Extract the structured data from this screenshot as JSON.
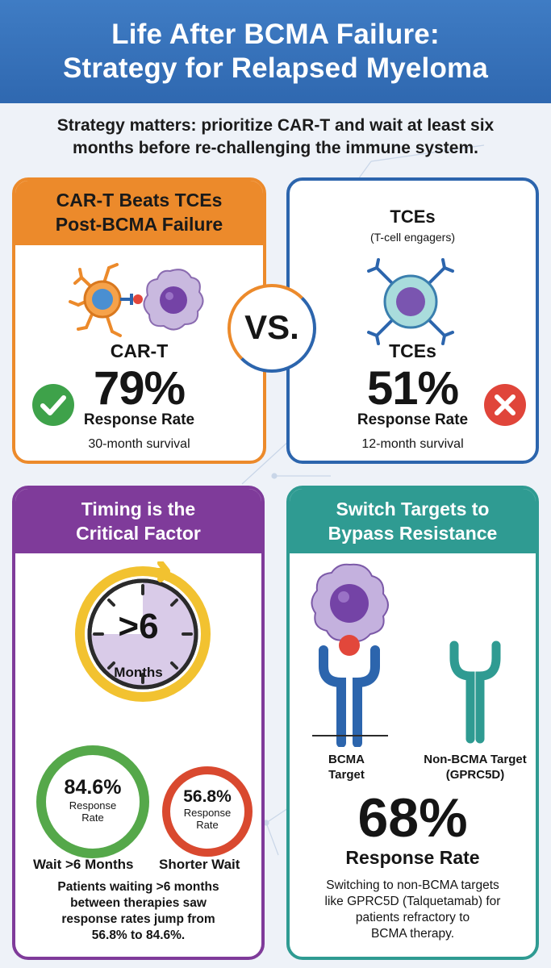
{
  "header": {
    "title_line1": "Life After BCMA Failure:",
    "title_line2": "Strategy for Relapsed Myeloma"
  },
  "subtitle": {
    "line1": "Strategy matters: prioritize CAR-T and wait at least six",
    "line2": "months before re-challenging the immune system."
  },
  "cart_panel": {
    "header_line1": "CAR-T Beats TCEs",
    "header_line2": "Post-BCMA Failure",
    "name": "CAR-T",
    "percent": "79%",
    "rate_label": "Response Rate",
    "survival": "30-month survival",
    "status_icon": "check-icon"
  },
  "vs_label": "VS.",
  "tce_panel": {
    "header": "TCEs",
    "header_sub": "(T-cell engagers)",
    "name": "TCEs",
    "percent": "51%",
    "rate_label": "Response Rate",
    "survival": "12-month survival",
    "status_icon": "cross-icon"
  },
  "timing_panel": {
    "header_line1": "Timing is the",
    "header_line2": "Critical Factor",
    "clock_value": ">6",
    "clock_unit": "Months",
    "wait_long": {
      "value": "84.6%",
      "label_line1": "Response",
      "label_line2": "Rate",
      "caption": "Wait >6 Months"
    },
    "wait_short": {
      "value": "56.8%",
      "label_line1": "Response",
      "label_line2": "Rate",
      "caption": "Shorter Wait"
    },
    "description_line1": "Patients waiting >6 months",
    "description_line2": "between therapies saw",
    "description_line3": "response rates jump from",
    "description_line4": "56.8% to 84.6%.",
    "colors": {
      "accent": "#7f3b9a",
      "long_wait": "#55a84a",
      "short_wait": "#d9492f",
      "clock_arrow": "#f2c230"
    }
  },
  "switch_panel": {
    "header_line1": "Switch Targets to",
    "header_line2": "Bypass Resistance",
    "bcma_line1": "BCMA",
    "bcma_line2": "Target",
    "non_bcma_line1": "Non-BCMA Target",
    "non_bcma_line2": "(GPRC5D)",
    "percent": "68%",
    "rate_label": "Response Rate",
    "description_line1": "Switching to non-BCMA targets",
    "description_line2": "like GPRC5D (Talquetamab) for",
    "description_line3": "patients refractory to",
    "description_line4": "BCMA therapy."
  },
  "colors": {
    "header_blue": "#3f7cc4",
    "cart_orange": "#ec8a2b",
    "tce_blue": "#2c65ad",
    "timing_purple": "#7f3b9a",
    "switch_teal": "#2f9b92"
  }
}
